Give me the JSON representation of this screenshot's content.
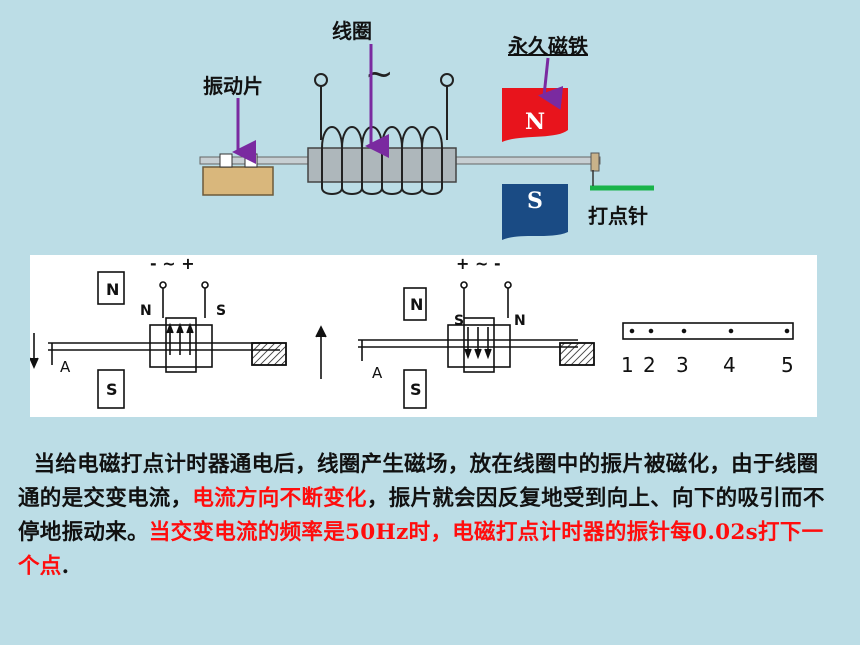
{
  "top": {
    "coil_label": "线圈",
    "magnet_label": "永久磁铁",
    "vibrator_label": "振动片",
    "needle_label": "打点针",
    "pole_n": "N",
    "pole_s": "S",
    "ac_symbol": "~"
  },
  "panel": {
    "left": {
      "polarity": "- ~ +",
      "magnet_top": "N",
      "magnet_bottom": "S",
      "coil_left": "N",
      "coil_right": "S",
      "point": "A"
    },
    "middle": {
      "polarity": "+ ~ -",
      "magnet_top": "N",
      "magnet_bottom": "S",
      "coil_left": "S",
      "coil_right": "N",
      "point": "A"
    },
    "tape_numbers": [
      "1",
      "2",
      "3",
      "4",
      "5"
    ]
  },
  "paragraph": {
    "p1": "当给电磁打点计时器通电后，线圈产生磁场，放在线圈中的振片被磁化，由于线圈通的是交变电流，",
    "p2_red": "电流方向不断变化",
    "p3": "，振片就会因反复地受到向上、向下的吸引而不停地振动来。",
    "p4_red": "当交变电流的频率是50Hz时，电磁打点计时器的振针每0.02s打下一个点",
    "p5": "."
  },
  "colors": {
    "background": "#bcdde6",
    "magnet_red": "#e8141c",
    "magnet_blue": "#1a4b84",
    "arrow_purple": "#7a2aa0",
    "needle_green": "#19b34a",
    "highlight_red": "#ff0d0d"
  }
}
